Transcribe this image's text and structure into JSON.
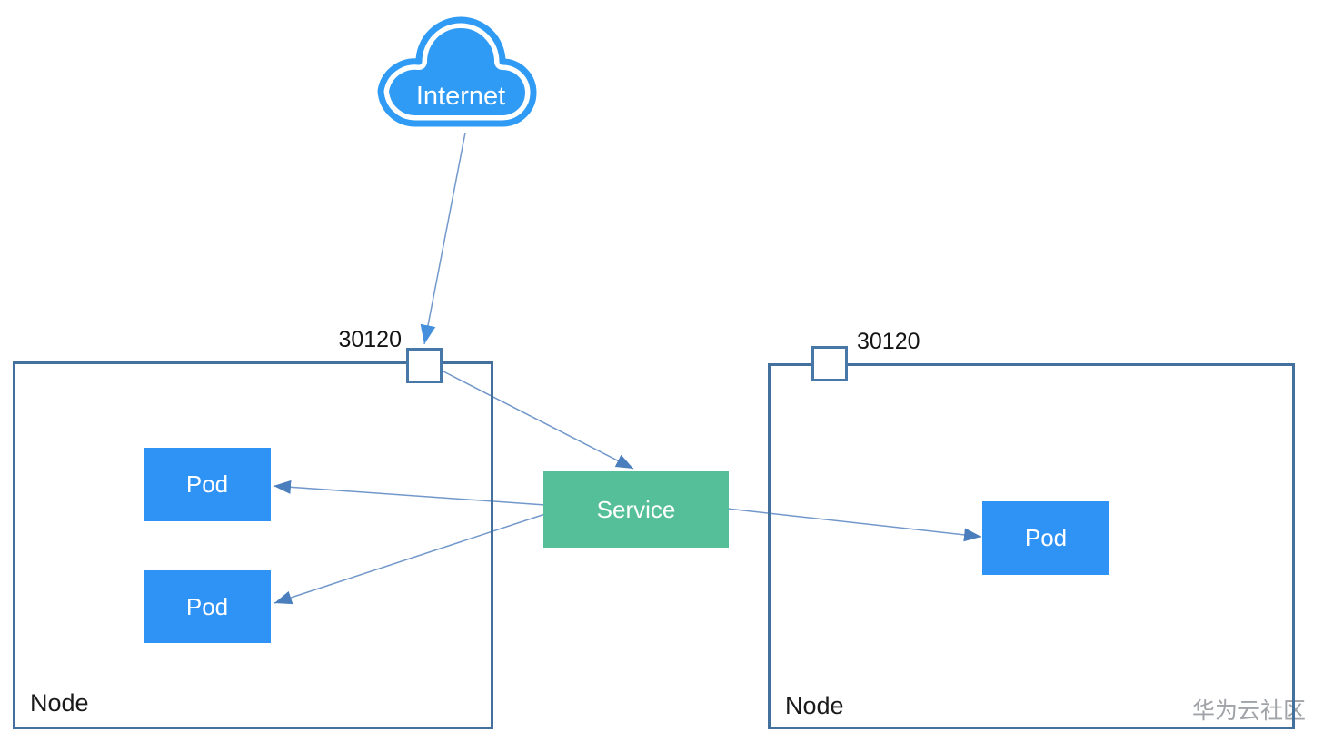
{
  "internet": {
    "label": "Internet"
  },
  "service": {
    "label": "Service"
  },
  "nodes": [
    {
      "label": "Node",
      "port": "30120",
      "pods": [
        "Pod",
        "Pod"
      ]
    },
    {
      "label": "Node",
      "port": "30120",
      "pods": [
        "Pod"
      ]
    }
  ],
  "watermark": "华为云社区",
  "colors": {
    "cloud_blue": "#2F9BF4",
    "pod_blue": "#2F92F5",
    "service_green": "#55BF99",
    "node_border": "#44709D",
    "port_border": "#4778A8",
    "arrow_line": "#7298CB",
    "arrowhead_steel": "#4A7EBD",
    "arrowhead_bright": "#4590DC",
    "label_text": "#141414",
    "watermark_gray": "#A0A3A7"
  }
}
